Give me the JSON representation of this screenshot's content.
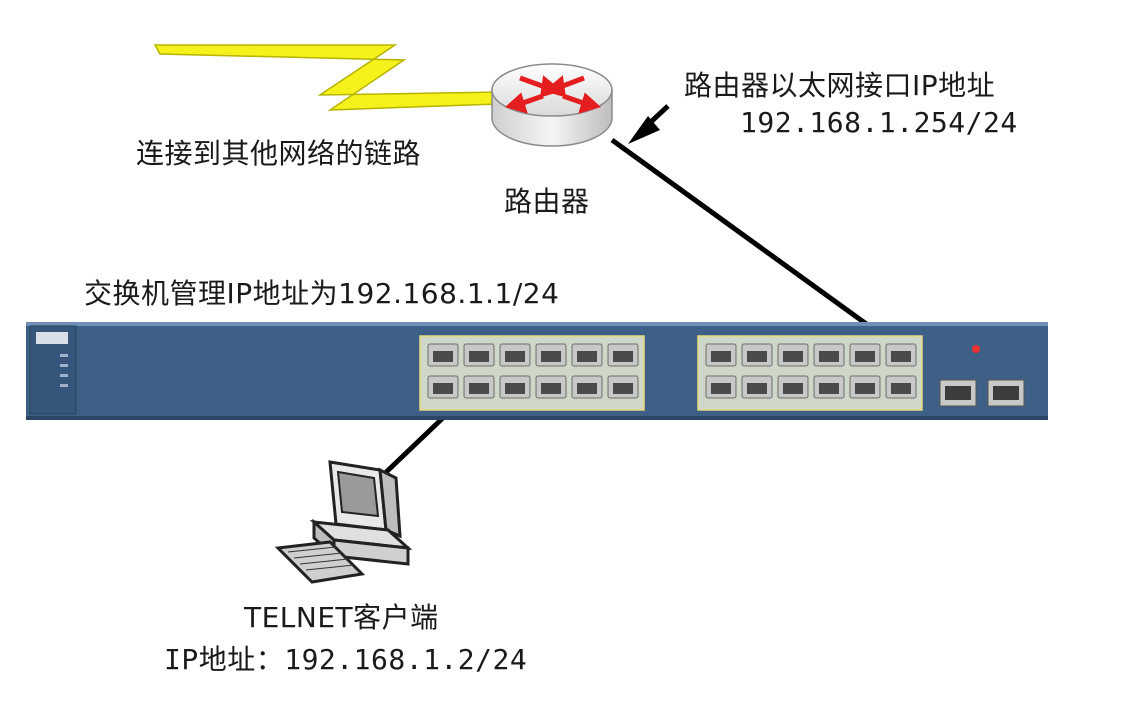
{
  "labels": {
    "wan_link": "连接到其他网络的链路",
    "router_name": "路由器",
    "router_if_title": "路由器以太网接口IP地址",
    "router_if_ip": "192.168.1.254/24",
    "switch_mgmt": "交换机管理IP地址为192.168.1.1/24",
    "client_name": "TELNET客户端",
    "client_ip": "IP地址：192.168.1.2/24"
  },
  "icons": {
    "router": "router-icon",
    "switch": "switch-icon",
    "computer": "computer-icon",
    "wan": "lightning-bolt-icon"
  },
  "colors": {
    "switch_body": "#3e5f86",
    "switch_face": "#4b6d96",
    "lightning": "#f4f21a",
    "link": "#000000"
  }
}
